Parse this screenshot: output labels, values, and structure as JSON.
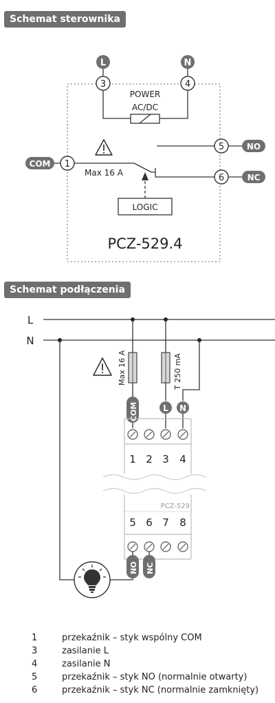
{
  "sections": {
    "controller_title": "Schemat sterownika",
    "connection_title": "Schemat podłączenia"
  },
  "controller": {
    "power_label_1": "POWER",
    "power_label_2": "AC/DC",
    "logic_label": "LOGIC",
    "max_label": "Max 16 A",
    "model": "PCZ-529.4",
    "terminals": {
      "t1": "1",
      "t3": "3",
      "t4": "4",
      "t5": "5",
      "t6": "6"
    },
    "tags": {
      "L": "L",
      "N": "N",
      "COM": "COM",
      "NO": "NO",
      "NC": "NC"
    }
  },
  "connection": {
    "line_L": "L",
    "line_N": "N",
    "fuse_max": "Max 16 A",
    "fuse_t": "T 250 mA",
    "device_model": "PCZ-529",
    "top_numbers": [
      "1",
      "2",
      "3",
      "4"
    ],
    "bottom_numbers": [
      "5",
      "6",
      "7",
      "8"
    ],
    "tags": {
      "COM": "COM",
      "L": "L",
      "N": "N",
      "NO": "NO",
      "NC": "NC"
    }
  },
  "legend": [
    {
      "num": "1",
      "text": "przekaźnik – styk wspólny COM"
    },
    {
      "num": "3",
      "text": "zasilanie L"
    },
    {
      "num": "4",
      "text": "zasilanie N"
    },
    {
      "num": "5",
      "text": "przekaźnik – styk NO (normalnie otwarty)"
    },
    {
      "num": "6",
      "text": "przekaźnik – styk NC (normalnie zamknięty)"
    }
  ],
  "colors": {
    "header_bg": "#6f6f6f",
    "tag_bg": "#6f6f6f",
    "line": "#333333",
    "fuse_fill": "#d8d8d8"
  }
}
